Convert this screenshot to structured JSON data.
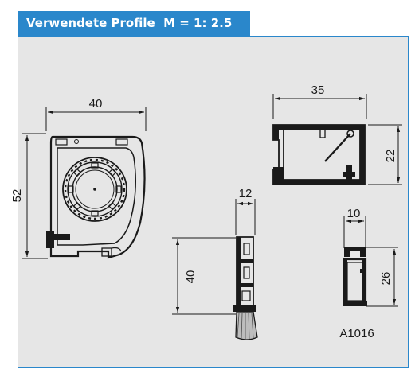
{
  "header": {
    "title": "Verwendete Profile  M = 1: 2.5"
  },
  "profiles": [
    {
      "name": "box-profile",
      "dims": {
        "width": "40",
        "height": "52"
      }
    },
    {
      "name": "u-channel-profile",
      "dims": {
        "width": "35",
        "height": "22"
      }
    },
    {
      "name": "brush-rail-profile",
      "dims": {
        "width": "12",
        "height": "40"
      }
    },
    {
      "name": "guide-profile",
      "dims": {
        "width": "10",
        "height": "26"
      },
      "code": "A1016"
    }
  ],
  "colors": {
    "accent": "#2a87cb",
    "panel": "#e6e6e6",
    "line": "#1a1a1a"
  }
}
